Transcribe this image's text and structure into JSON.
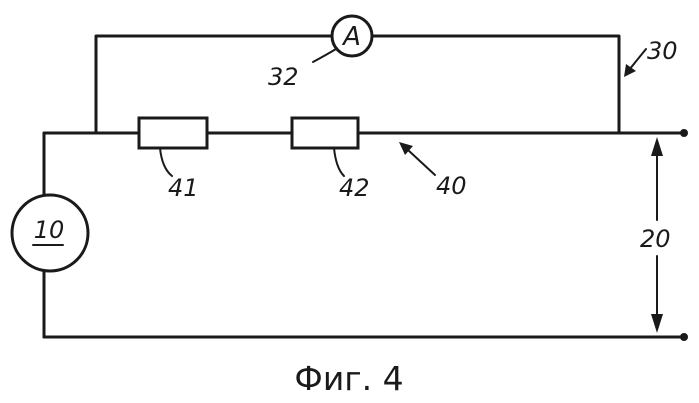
{
  "diagram": {
    "ammeter_symbol": "A",
    "labels": {
      "source": "10",
      "terminal_pair": "20",
      "bypass_branch": "30",
      "ammeter": "32",
      "main_branch": "40",
      "resistor_1": "41",
      "resistor_2": "42"
    },
    "caption": "Фиг. 4"
  }
}
